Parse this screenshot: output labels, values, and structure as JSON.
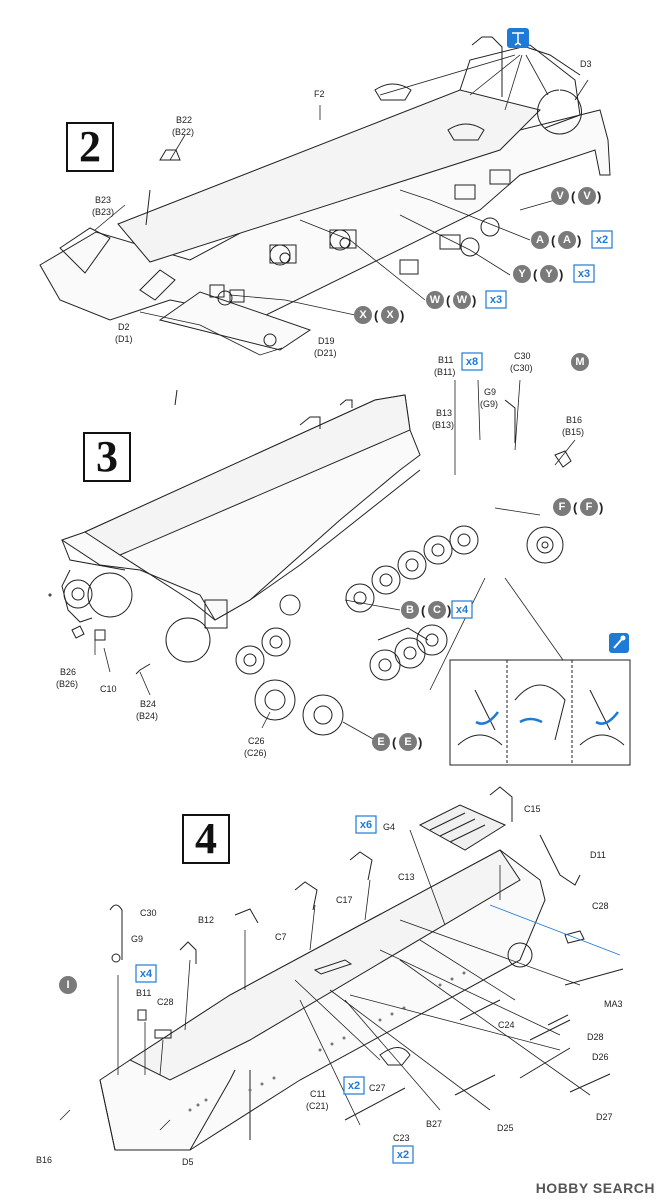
{
  "steps": {
    "s2": {
      "number": "2"
    },
    "s3": {
      "number": "3"
    },
    "s4": {
      "number": "4"
    }
  },
  "step2_labels": {
    "d3": "D3",
    "f2": "F2",
    "b22": "B22",
    "b22p": "(B22)",
    "b23": "B23",
    "b23p": "(B23)",
    "d2": "D2",
    "d1p": "(D1)",
    "d19": "D19",
    "d21p": "(D21)",
    "v": "V",
    "a": "A",
    "y": "Y",
    "w": "W",
    "x": "X",
    "x2": "x2",
    "x3a": "x3",
    "x3b": "x3"
  },
  "step3_labels": {
    "b11": "B11",
    "b11p": "(B11)",
    "x8": "x8",
    "c30": "C30",
    "c30p": "(C30)",
    "m": "M",
    "g9": "G9",
    "g9p": "(G9)",
    "b13": "B13",
    "b13p": "(B13)",
    "b16": "B16",
    "b15p": "(B15)",
    "f": "F",
    "b": "B",
    "c": "C",
    "x4": "x4",
    "b26": "B26",
    "b26p": "(B26)",
    "c10": "C10",
    "b24": "B24",
    "b24p": "(B24)",
    "c26": "C26",
    "c26p": "(C26)",
    "e": "E"
  },
  "step4_labels": {
    "x6": "x6",
    "g4": "G4",
    "c15": "C15",
    "d11": "D11",
    "c13": "C13",
    "c17": "C17",
    "c28a": "C28",
    "c30": "C30",
    "b12": "B12",
    "c7": "C7",
    "g9": "G9",
    "i": "I",
    "x4": "x4",
    "b11": "B11",
    "c28b": "C28",
    "ma3": "MA3",
    "c24": "C24",
    "d28": "D28",
    "d26": "D26",
    "x2a": "x2",
    "c27": "C27",
    "c11": "C11",
    "c21p": "(C21)",
    "d27": "D27",
    "b27": "B27",
    "d25": "D25",
    "c23": "C23",
    "x2b": "x2",
    "b16": "B16",
    "d5": "D5"
  },
  "watermark": "HOBBY SEARCH",
  "colors": {
    "accent": "#1f7ad6",
    "part_circle": "#7a7a7a",
    "line": "#222222"
  }
}
